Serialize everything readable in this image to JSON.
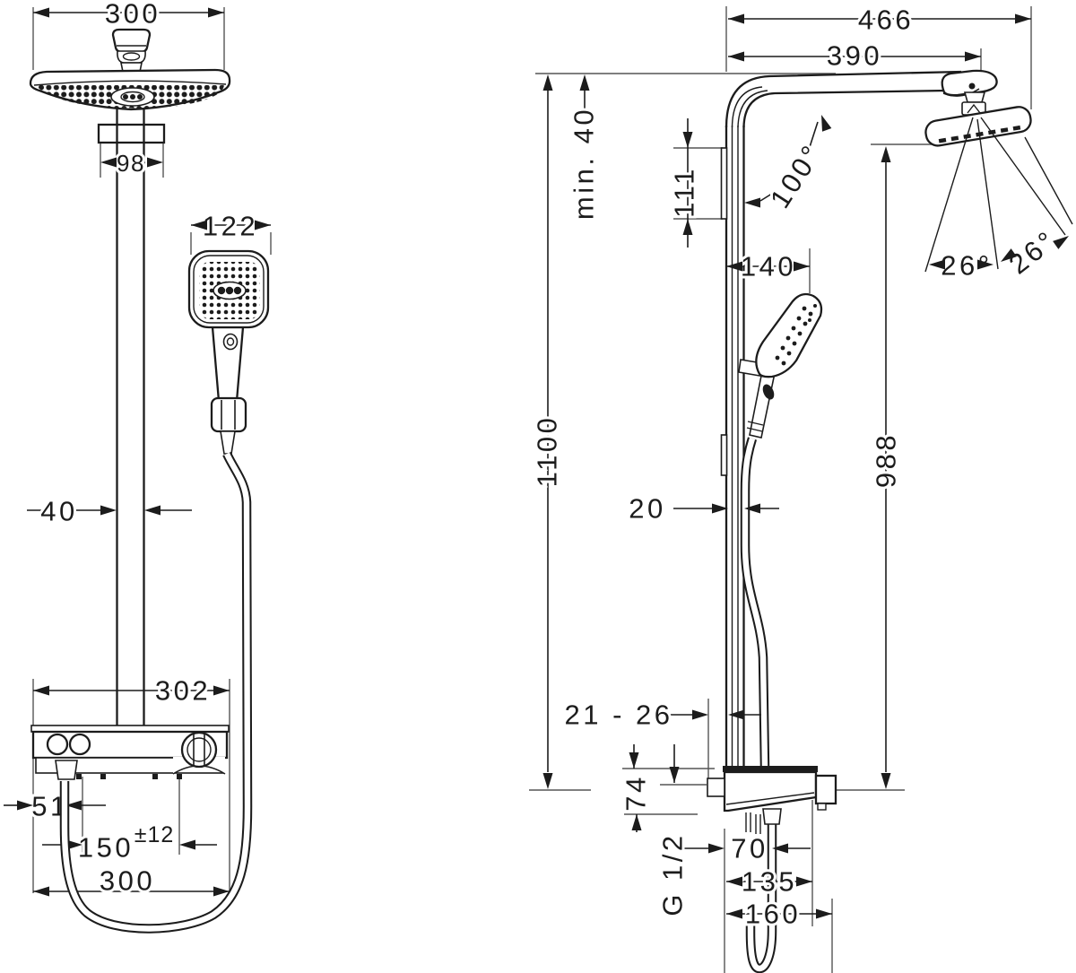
{
  "ink_color": "#1c1c1c",
  "ext_line_color": "#555555",
  "front_view": {
    "overhead_width": "300",
    "bracket_width": "98",
    "handshower_width": "122",
    "pipe_width": "40",
    "valve_width": "302",
    "hose_outlet_offset": "51",
    "supply_spacing": "150",
    "supply_tolerance": "±12",
    "hose_loop_width": "300"
  },
  "side_view": {
    "total_reach": "466",
    "arm_reach": "390",
    "ceiling_clearance": "min. 40",
    "bracket_height": "111",
    "arm_angle": "100°",
    "holder_depth": "140",
    "bar_height": "1100",
    "head_to_valve": "988",
    "hose_gap": "20",
    "spray_angle_left": "26°",
    "spray_angle_right": "26°",
    "wall_distance": "21 - 26",
    "valve_height": "74",
    "outlet_offset": "70",
    "thread_size": "G 1/2",
    "valve_depth": "135",
    "valve_total_depth": "160"
  }
}
